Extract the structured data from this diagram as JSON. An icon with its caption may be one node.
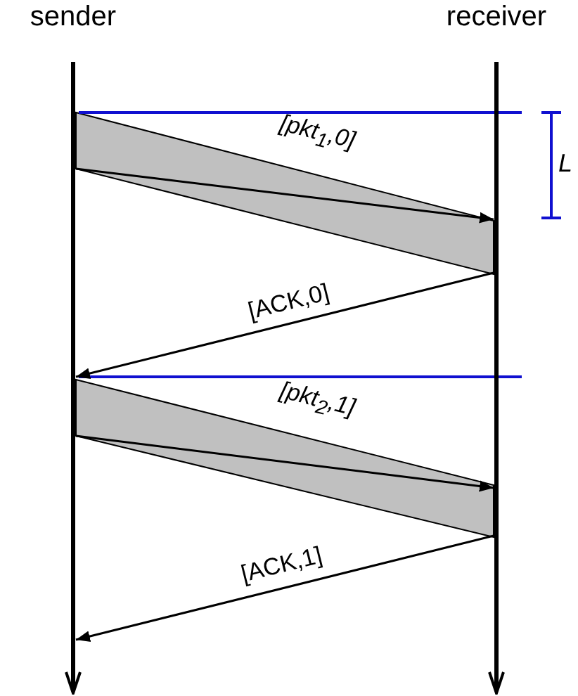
{
  "diagram": {
    "nodes": [
      {
        "text": [
          "sender"
        ]
      },
      {
        "text": [
          "receiver"
        ]
      }
    ],
    "edges": [
      {
        "from": 0,
        "to": 1,
        "arrow": "to",
        "label": "[pkt$_{1}$,0]"
      },
      {
        "from": 1,
        "to": 0,
        "arrow": "to",
        "label": "[ACK,0]"
      },
      {
        "from": 0,
        "to": 1,
        "arrow": "to",
        "label": "[pkt$_{2}$,1]"
      },
      {
        "from": 1,
        "to": 0,
        "arrow": "to",
        "label": "[ACK,1]"
      }
    ],
    "labels": [
      "L"
    ]
  }
}
